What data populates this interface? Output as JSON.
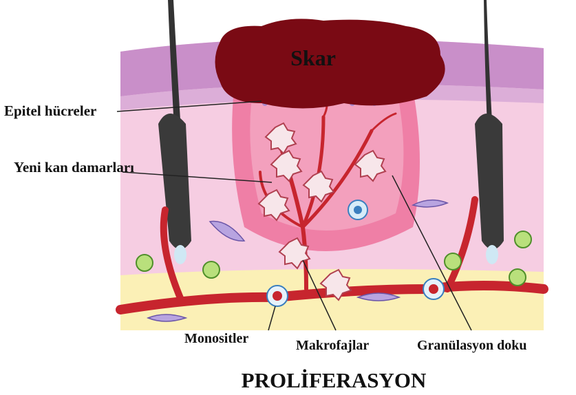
{
  "labels": {
    "scar": "Skar",
    "epithelial": "Epitel hücreler",
    "vessels": "Yeni kan damarları",
    "monocytes": "Monositler",
    "macrophages": "Makrofajlar",
    "granulation": "Granülasyon doku"
  },
  "title": "PROLİFERASYON",
  "colors": {
    "scar": "#7a0a14",
    "epidermis": "#c98fc9",
    "dermis": "#f6cde2",
    "wound": "#ef7fa6",
    "vessel": "#c7252e",
    "fat": "#fbf0b6"
  }
}
